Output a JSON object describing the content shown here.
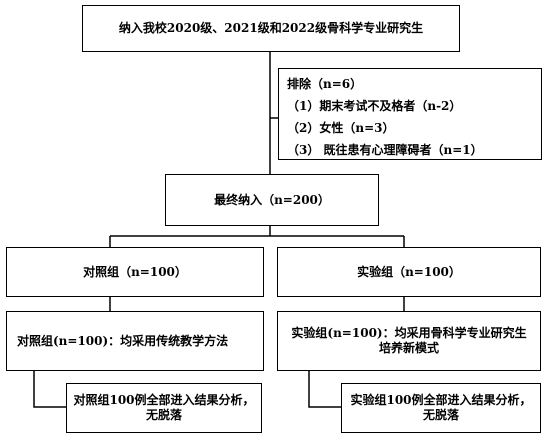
{
  "flow": {
    "inclusion": "纳入我校2020级、2021级和2022级骨科学专业研究生",
    "exclusion": {
      "title": "排除（n=6）",
      "items": [
        "（1）期末考试不及格者（n-2）",
        "（2）女性（n=3）",
        "（3） 既往患有心理障碍者（n=1）"
      ]
    },
    "final": "最终纳入（n=200）",
    "control_group": "对照组（n=100）",
    "experiment_group": "实验组（n=100）",
    "control_method": "对照组(n=100)：均采用传统教学方法",
    "experiment_method_line1": "实验组(n=100)：均采用骨科学专业研究生",
    "experiment_method_line2": "培养新模式",
    "control_result_line1": "对照组100例全部进入结果分析，",
    "control_result_line2": "无脱落",
    "experiment_result_line1": "实验组100例全部进入结果分析，",
    "experiment_result_line2": "无脱落"
  }
}
